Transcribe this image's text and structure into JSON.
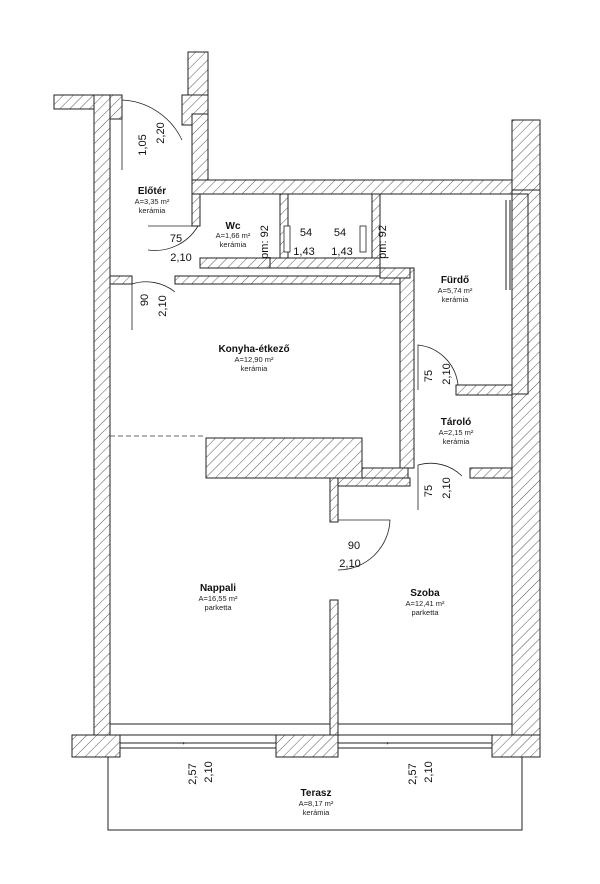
{
  "rooms": [
    {
      "name": "Előtér",
      "area": "A=3,35 m²",
      "material": "kerámia"
    },
    {
      "name": "Wc",
      "area": "A=1,66 m²",
      "material": "kerámia"
    },
    {
      "name": "Fürdő",
      "area": "A=5,74 m²",
      "material": "kerámia"
    },
    {
      "name": "Konyha-étkező",
      "area": "A=12,90 m²",
      "material": "kerámia"
    },
    {
      "name": "Tároló",
      "area": "A=2,15 m²",
      "material": "kerámia"
    },
    {
      "name": "Nappali",
      "area": "A=16,55 m²",
      "material": "parketta"
    },
    {
      "name": "Szoba",
      "area": "A=12,41 m²",
      "material": "parketta"
    },
    {
      "name": "Terasz",
      "area": "A=8,17 m²",
      "material": "kerámia"
    }
  ],
  "dims": {
    "entry_w": "1,05",
    "entry_h": "2,20",
    "wc_w": "75",
    "wc_h": "2,10",
    "wc_sill": "pm: 92",
    "vent1_w": "54",
    "vent1_h": "1,43",
    "vent2_w": "54",
    "vent2_h": "1,43",
    "bath_sill": "pm: 92",
    "kitchen_w": "90",
    "kitchen_h": "2,10",
    "bath_door_w": "75",
    "bath_door_h": "2,10",
    "storage_door_w": "75",
    "storage_door_h": "2,10",
    "room_door_w": "90",
    "room_door_h": "2,10",
    "terr1_w": "2,57",
    "terr1_h": "2,10",
    "terr2_w": "2,57",
    "terr2_h": "2,10"
  },
  "arrows": {
    "left": "→",
    "right": "→"
  }
}
